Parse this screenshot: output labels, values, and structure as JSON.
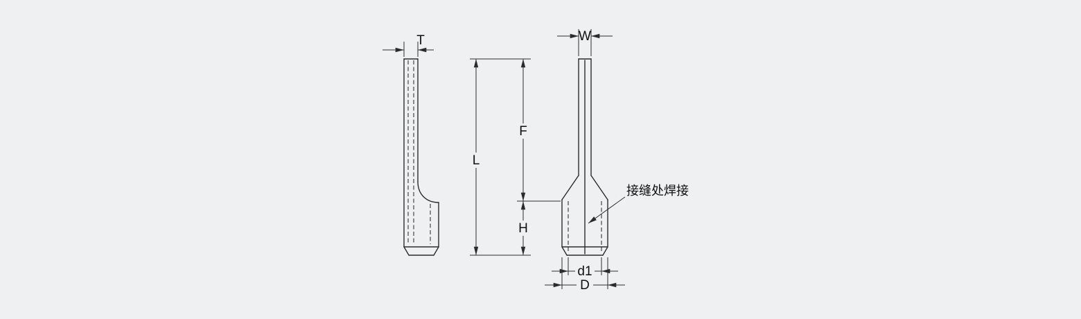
{
  "colors": {
    "background": "#eff0f2",
    "line": "#2b2b2b",
    "text": "#101010"
  },
  "dimension_labels": {
    "T": "T",
    "W": "W",
    "L": "L",
    "F": "F",
    "H": "H",
    "d1": "d1",
    "D": "D"
  },
  "annotations": {
    "weld_note": "接缝处焊接"
  }
}
